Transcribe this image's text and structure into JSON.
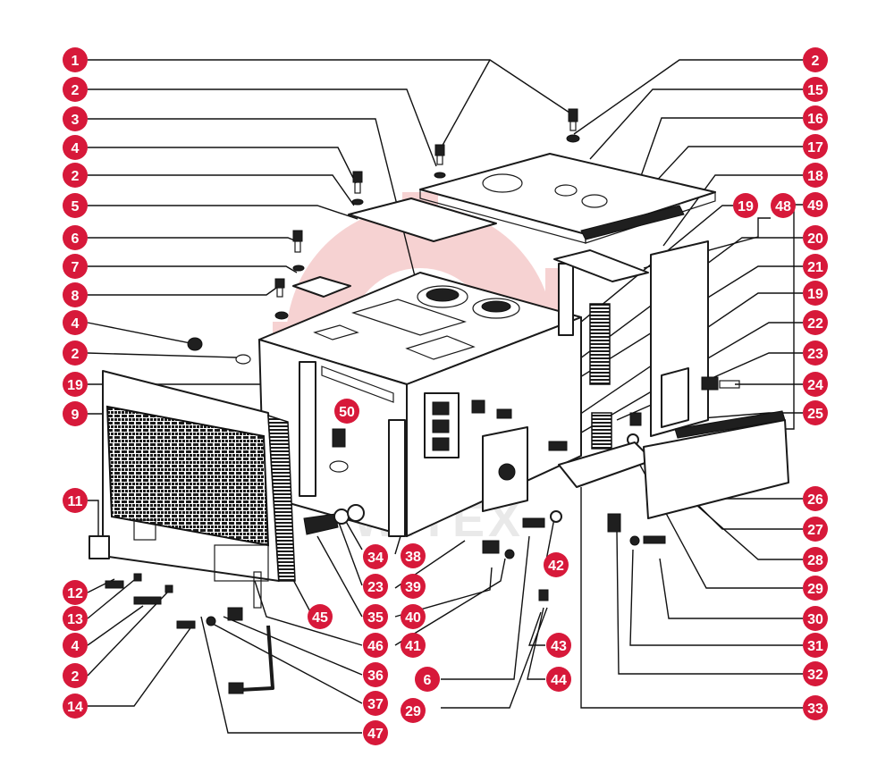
{
  "watermark": {
    "text": "WITEX",
    "logo_color": "#f6d2d2"
  },
  "style": {
    "callout_color": "#d7193a",
    "callout_text_color": "#ffffff",
    "line_color": "#111111"
  },
  "labels": {
    "left": [
      "1",
      "2",
      "3",
      "4",
      "2",
      "5",
      "6",
      "7",
      "8",
      "4",
      "2",
      "19",
      "9",
      "11",
      "12",
      "13",
      "4",
      "2",
      "14"
    ],
    "right": [
      "2",
      "15",
      "16",
      "17",
      "18",
      "19",
      "48",
      "49",
      "20",
      "21",
      "19",
      "22",
      "23",
      "24",
      "25",
      "26",
      "27",
      "28",
      "29",
      "30",
      "31",
      "32",
      "33"
    ],
    "bottom": [
      "50",
      "34",
      "23",
      "35",
      "45",
      "46",
      "36",
      "37",
      "47",
      "38",
      "39",
      "40",
      "41",
      "6",
      "29",
      "42",
      "43",
      "44"
    ]
  }
}
